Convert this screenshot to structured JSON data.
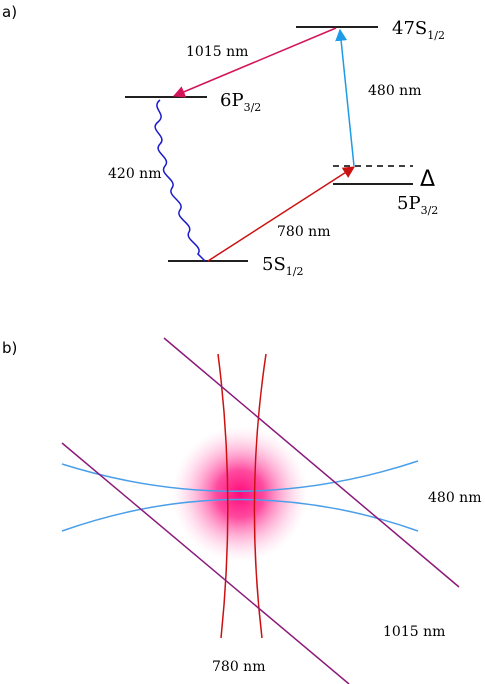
{
  "panels": {
    "a": "a)",
    "b": "b)"
  },
  "levels": {
    "ryd": {
      "base": "47S",
      "sub": "1/2"
    },
    "p6": {
      "base": "6P",
      "sub": "3/2"
    },
    "p5": {
      "base": "5P",
      "sub": "3/2"
    },
    "ground": {
      "base": "5S",
      "sub": "1/2"
    },
    "detuning": "Δ"
  },
  "transitions": {
    "t1015": "1015 nm",
    "t480": "480 nm",
    "t420": "420 nm",
    "t780": "780 nm"
  },
  "beams": {
    "b480": "480 nm",
    "b1015": "1015 nm",
    "b780": "780 nm"
  },
  "colors": {
    "magenta": "#d4145a",
    "cyan": "#1e9be6",
    "blue": "#1a1acc",
    "red": "#cc1111",
    "purple": "#8b1a7a",
    "beam_blue": "#4a9fe8",
    "atom_pink": "#ff1493"
  }
}
